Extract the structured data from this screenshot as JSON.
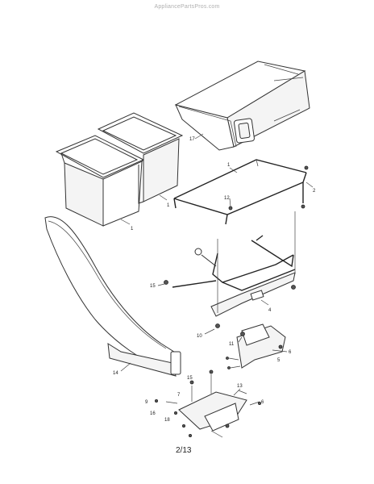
{
  "watermark": "AppliancePartsPros.com",
  "page_number": "2/13",
  "callouts": {
    "c1a": "1",
    "c1b": "1",
    "c1c": "1",
    "c2": "2",
    "c4": "4",
    "c5": "5",
    "c6a": "6",
    "c6b": "6",
    "c7": "7",
    "c9": "9",
    "c10": "10",
    "c11": "11",
    "c12": "12",
    "c13": "13",
    "c14": "14",
    "c15a": "15",
    "c15b": "15",
    "c16": "16",
    "c17": "17",
    "c18": "18"
  }
}
